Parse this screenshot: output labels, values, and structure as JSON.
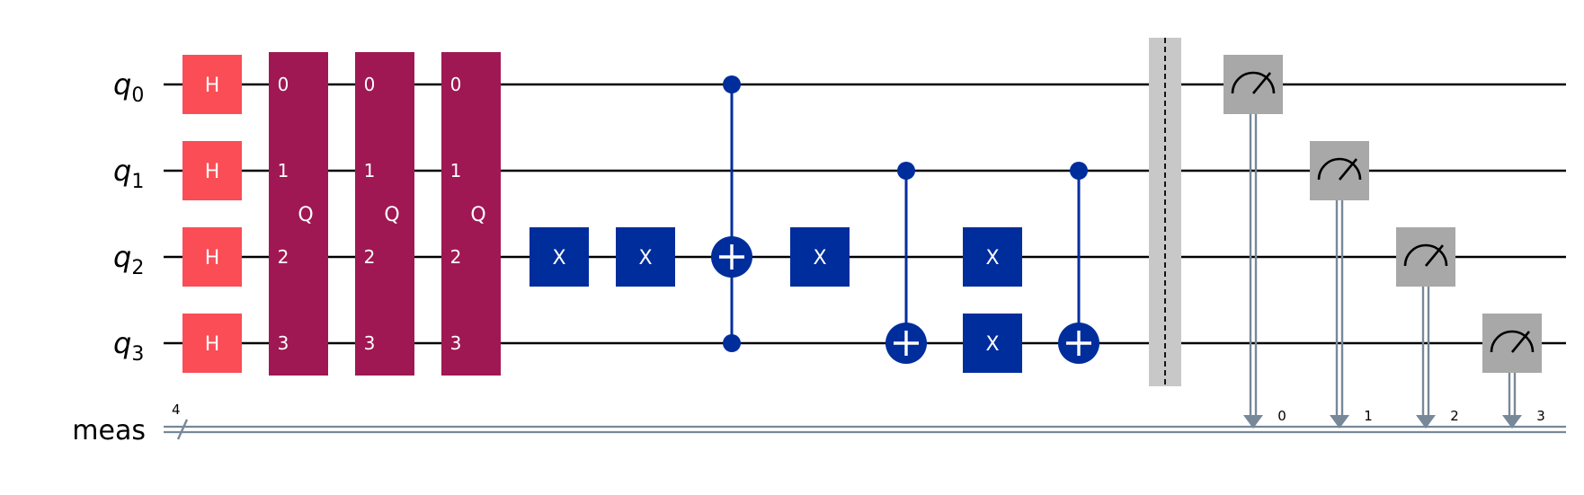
{
  "qubits": [
    {
      "label": "q",
      "index": "0"
    },
    {
      "label": "q",
      "index": "1"
    },
    {
      "label": "q",
      "index": "2"
    },
    {
      "label": "q",
      "index": "3"
    }
  ],
  "classical": {
    "label": "meas",
    "width": "4"
  },
  "colors": {
    "h_gate": "#fa4d56",
    "q_gate": "#9f1853",
    "x_gate": "#002d9c",
    "measure": "#a8a8a8",
    "barrier": "#c8c8c8",
    "classical_wire": "#778899"
  },
  "gate_text": {
    "h": "H",
    "q": "Q",
    "x": "X"
  },
  "q_ports": [
    "0",
    "1",
    "2",
    "3"
  ],
  "measure_bits": [
    "0",
    "1",
    "2",
    "3"
  ],
  "icons": [
    "meter-icon",
    "target-plus-icon",
    "control-dot-icon"
  ],
  "columns": [
    {
      "col": 0,
      "gates": [
        {
          "type": "h",
          "qubits": [
            0
          ]
        },
        {
          "type": "h",
          "qubits": [
            1
          ]
        },
        {
          "type": "h",
          "qubits": [
            2
          ]
        },
        {
          "type": "h",
          "qubits": [
            3
          ]
        }
      ]
    },
    {
      "col": 1,
      "gates": [
        {
          "type": "q",
          "qubits": [
            0,
            1,
            2,
            3
          ]
        }
      ]
    },
    {
      "col": 2,
      "gates": [
        {
          "type": "q",
          "qubits": [
            0,
            1,
            2,
            3
          ]
        }
      ]
    },
    {
      "col": 3,
      "gates": [
        {
          "type": "q",
          "qubits": [
            0,
            1,
            2,
            3
          ]
        }
      ]
    },
    {
      "col": 4,
      "gates": [
        {
          "type": "x",
          "qubits": [
            2
          ]
        }
      ]
    },
    {
      "col": 5,
      "gates": [
        {
          "type": "x",
          "qubits": [
            2
          ]
        }
      ]
    },
    {
      "col": 6,
      "gates": [
        {
          "type": "cx",
          "controls": [
            0,
            3
          ],
          "target": 2
        }
      ]
    },
    {
      "col": 7,
      "gates": [
        {
          "type": "x",
          "qubits": [
            2
          ]
        }
      ]
    },
    {
      "col": 8,
      "gates": [
        {
          "type": "cx",
          "controls": [
            1
          ],
          "target": 3
        }
      ]
    },
    {
      "col": 9,
      "gates": [
        {
          "type": "x",
          "qubits": [
            2
          ]
        },
        {
          "type": "x",
          "qubits": [
            3
          ]
        }
      ]
    },
    {
      "col": 10,
      "gates": [
        {
          "type": "cx",
          "controls": [
            1
          ],
          "target": 3
        }
      ]
    },
    {
      "col": 11,
      "gates": [
        {
          "type": "barrier",
          "qubits": [
            0,
            1,
            2,
            3
          ]
        }
      ]
    },
    {
      "col": 12,
      "gates": [
        {
          "type": "measure",
          "qubit": 0,
          "bit": 0
        }
      ]
    },
    {
      "col": 13,
      "gates": [
        {
          "type": "measure",
          "qubit": 1,
          "bit": 1
        }
      ]
    },
    {
      "col": 14,
      "gates": [
        {
          "type": "measure",
          "qubit": 2,
          "bit": 2
        }
      ]
    },
    {
      "col": 15,
      "gates": [
        {
          "type": "measure",
          "qubit": 3,
          "bit": 3
        }
      ]
    }
  ]
}
